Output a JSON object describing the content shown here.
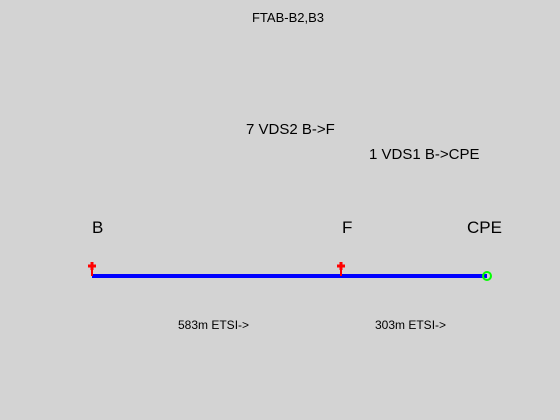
{
  "title": "FTAB-B2,B3",
  "links": [
    {
      "label": "7 VDS2 B->F"
    },
    {
      "label": "1 VDS1 B->CPE"
    }
  ],
  "nodes": [
    {
      "name": "B",
      "marker": "cross-pin",
      "color": "#ff0000"
    },
    {
      "name": "F",
      "marker": "cross-pin",
      "color": "#ff0000"
    },
    {
      "name": "CPE",
      "marker": "circle",
      "color": "#00ff00"
    }
  ],
  "segments": [
    {
      "label": "583m ETSI->"
    },
    {
      "label": "303m ETSI->"
    }
  ],
  "colors": {
    "background": "#d3d3d3",
    "line": "#0000ff",
    "node_marker": "#ff0000",
    "cpe_marker": "#00ff00"
  }
}
